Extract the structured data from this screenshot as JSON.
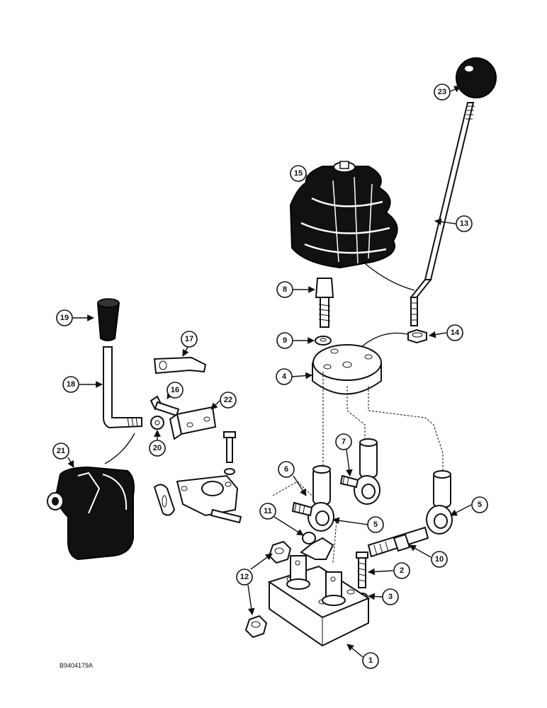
{
  "drawing": {
    "reference_code": "B9404179A"
  },
  "callouts": [
    {
      "id": "c1",
      "label": "1"
    },
    {
      "id": "c2",
      "label": "2"
    },
    {
      "id": "c3",
      "label": "3"
    },
    {
      "id": "c4",
      "label": "4"
    },
    {
      "id": "c5a",
      "label": "5"
    },
    {
      "id": "c5b",
      "label": "5"
    },
    {
      "id": "c6",
      "label": "6"
    },
    {
      "id": "c7",
      "label": "7"
    },
    {
      "id": "c8",
      "label": "8"
    },
    {
      "id": "c9",
      "label": "9"
    },
    {
      "id": "c10",
      "label": "10"
    },
    {
      "id": "c11",
      "label": "11"
    },
    {
      "id": "c12",
      "label": "12"
    },
    {
      "id": "c13",
      "label": "13"
    },
    {
      "id": "c14",
      "label": "14"
    },
    {
      "id": "c15",
      "label": "15"
    },
    {
      "id": "c16",
      "label": "16"
    },
    {
      "id": "c17",
      "label": "17"
    },
    {
      "id": "c18",
      "label": "18"
    },
    {
      "id": "c19",
      "label": "19"
    },
    {
      "id": "c20",
      "label": "20"
    },
    {
      "id": "c21",
      "label": "21"
    },
    {
      "id": "c22",
      "label": "22"
    },
    {
      "id": "c23",
      "label": "23"
    }
  ]
}
